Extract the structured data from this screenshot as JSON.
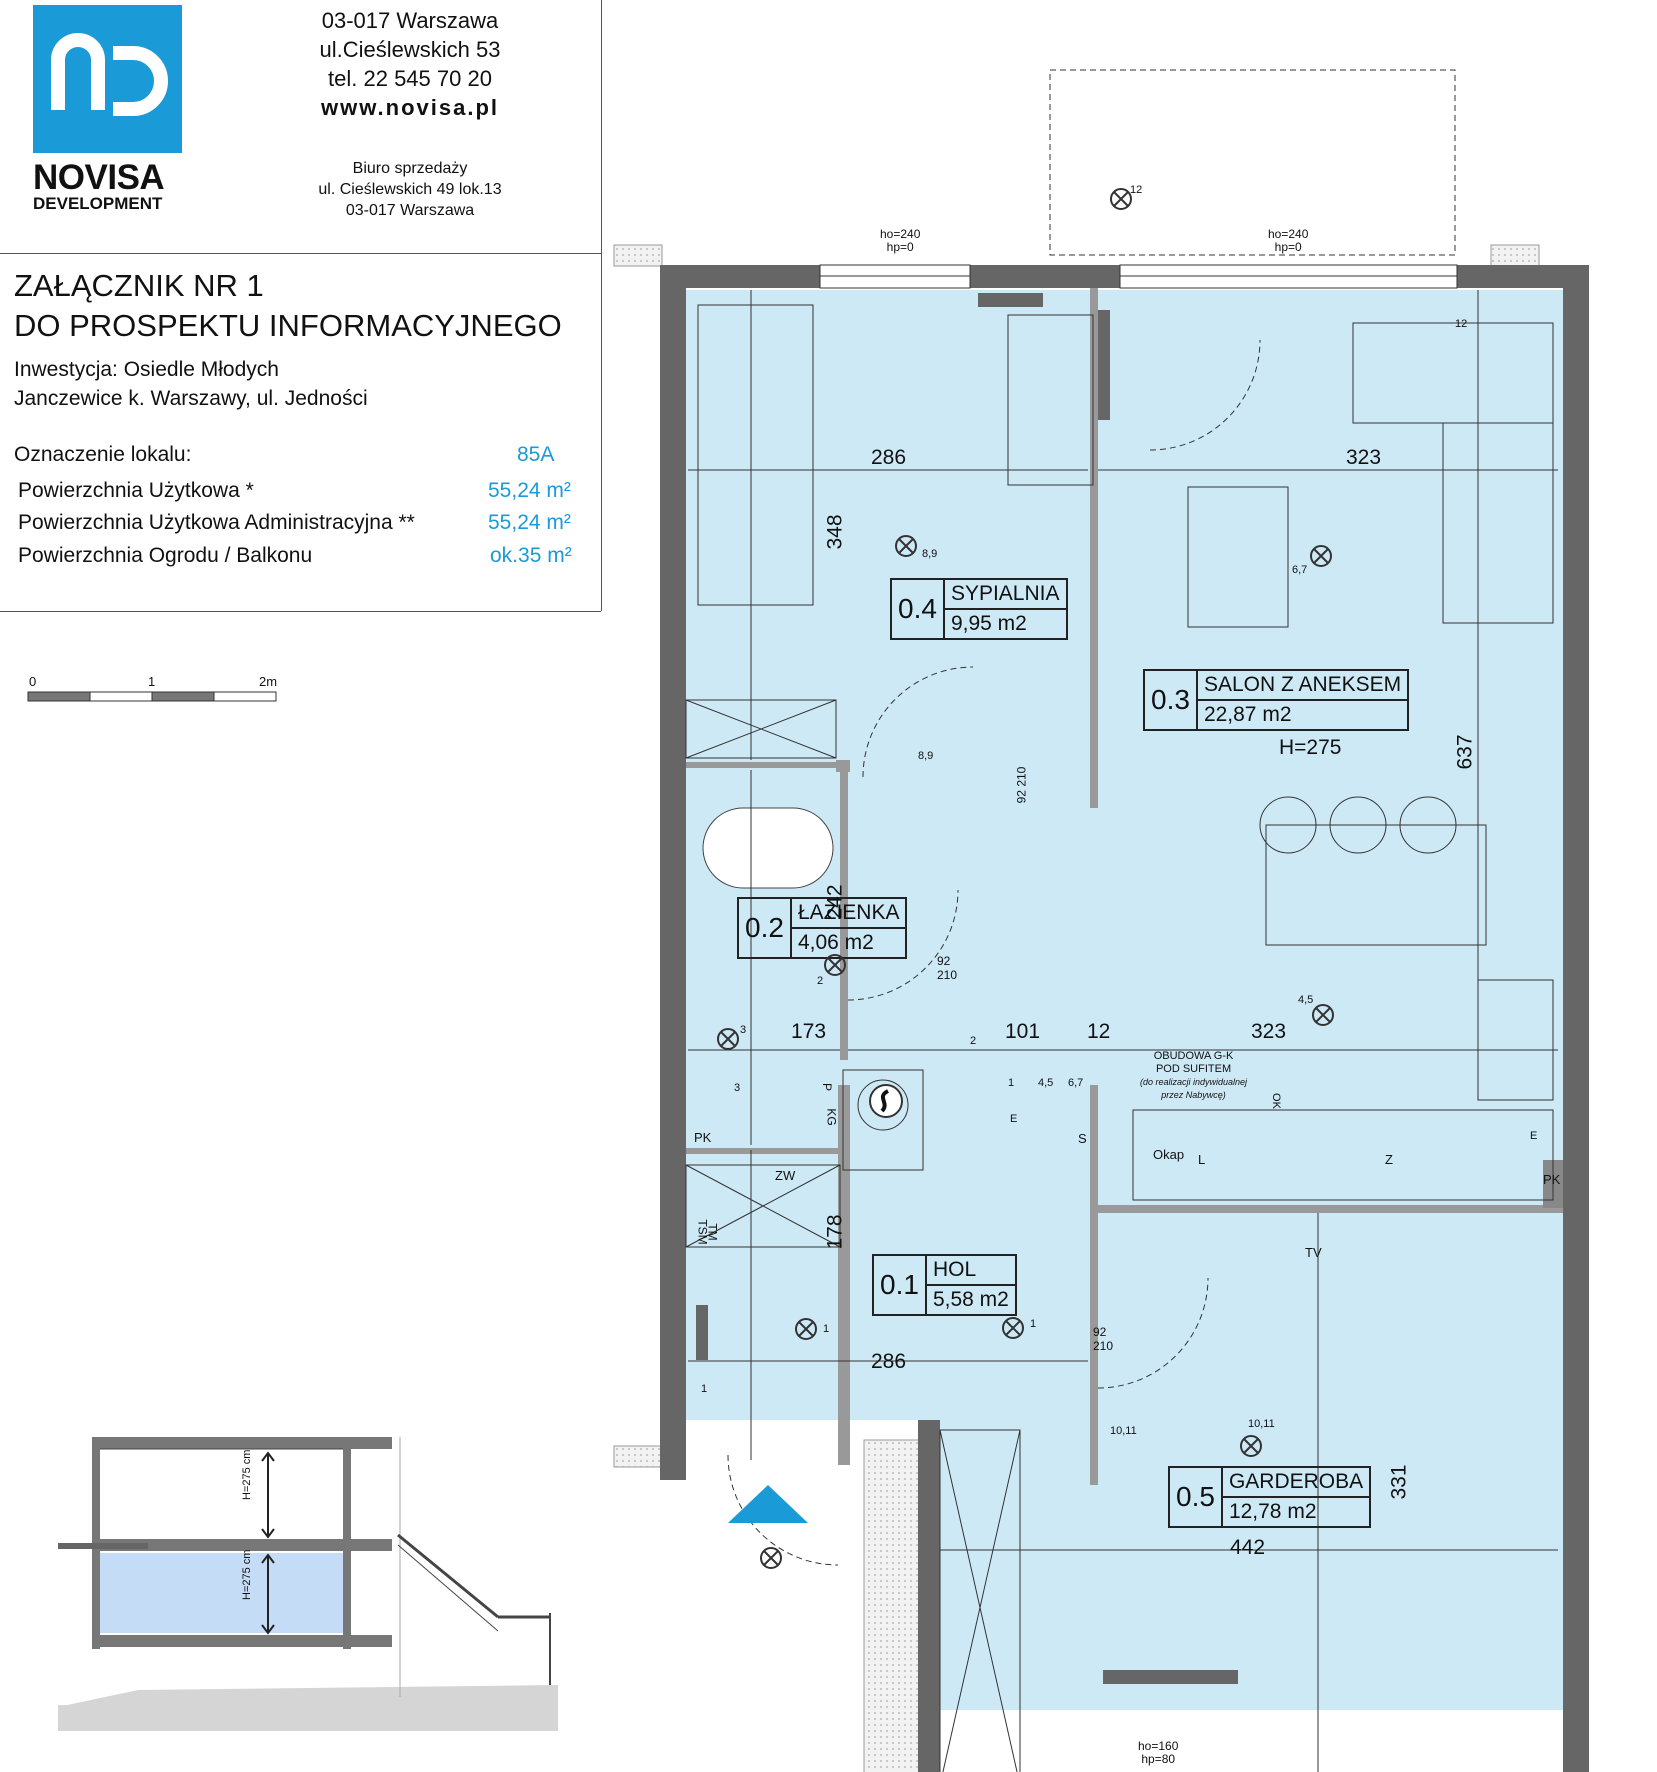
{
  "header": {
    "logo_mark": "nD",
    "brand_line1": "NOVISA",
    "brand_line2": "DEVELOPMENT",
    "address": [
      "03-017 Warszawa",
      "ul.Cieślewskich 53",
      "tel.   22 545 70 20",
      "www.novisa.pl"
    ],
    "office": [
      "Biuro sprzedaży",
      "ul. Cieślewskich 49 lok.13",
      "03-017 Warszawa"
    ],
    "title_line1": "ZAŁĄCZNIK NR 1",
    "title_line2": "DO PROSPEKTU INFORMACYJNEGO",
    "investment_line1": "Inwestycja: Osiedle Młodych",
    "investment_line2": "Janczewice k. Warszawy, ul. Jedności",
    "unit_label": "Oznaczenie lokalu:",
    "unit_value": "85A",
    "area1_label": "Powierzchnia Użytkowa *",
    "area1_value": "55,24 m²",
    "area2_label": "Powierzchnia Użytkowa Administracyjna **",
    "area2_value": "55,24 m²",
    "area3_label": "Powierzchnia Ogrodu / Balkonu",
    "area3_value": "ok.35 m²"
  },
  "scale": {
    "labels": [
      "0",
      "1",
      "2m"
    ]
  },
  "section": {
    "height_upper": "H=275 cm",
    "height_lower": "H=275 cm"
  },
  "rooms": [
    {
      "num": "0.4",
      "name": "SYPIALNIA",
      "area": "9,95 m2"
    },
    {
      "num": "0.3",
      "name": "SALON Z ANEKSEM",
      "area": "22,87 m2"
    },
    {
      "num": "0.2",
      "name": "ŁAZIENKA",
      "area": "4,06 m2"
    },
    {
      "num": "0.1",
      "name": "HOL",
      "area": "5,58 m2"
    },
    {
      "num": "0.5",
      "name": "GARDEROBA",
      "area": "12,78 m2"
    }
  ],
  "plan": {
    "room_height": "H=275",
    "dims": [
      "286",
      "323",
      "348",
      "637",
      "173",
      "101",
      "12",
      "323",
      "242",
      "178",
      "286",
      "442",
      "331"
    ],
    "windows": [
      {
        "ho": "ho=240",
        "hp": "hp=0"
      },
      {
        "ho": "ho=240",
        "hp": "hp=0"
      },
      {
        "ho": "ho=160",
        "hp": "hp=80"
      }
    ],
    "doors": [
      {
        "w": "92",
        "h": "210"
      },
      {
        "w": "92",
        "h": "210"
      },
      {
        "w": "92",
        "h": "210"
      }
    ],
    "marks": [
      "PK",
      "PK",
      "ZW",
      "TSM",
      "TM",
      "S",
      "Okap",
      "L",
      "Z",
      "TV",
      "KG",
      "P"
    ],
    "note_line1": "OBUDOWA G-K",
    "note_line2": "POD SUFITEM",
    "note_line3": "(do realizacji indywidualnej",
    "note_line4": "przez Nabywcę)",
    "circuit_labels": [
      "12",
      "12",
      "8,9",
      "6,7",
      "8,9",
      "2",
      "3",
      "3",
      "2",
      "4,5",
      "1",
      "4,5",
      "6,7",
      "1",
      "1",
      "10,11",
      "10,11",
      "1",
      "E",
      "E",
      "OK"
    ]
  },
  "colors": {
    "accent": "#1a9ad6",
    "room_fill": "#cde9f6",
    "wall": "#666666"
  }
}
